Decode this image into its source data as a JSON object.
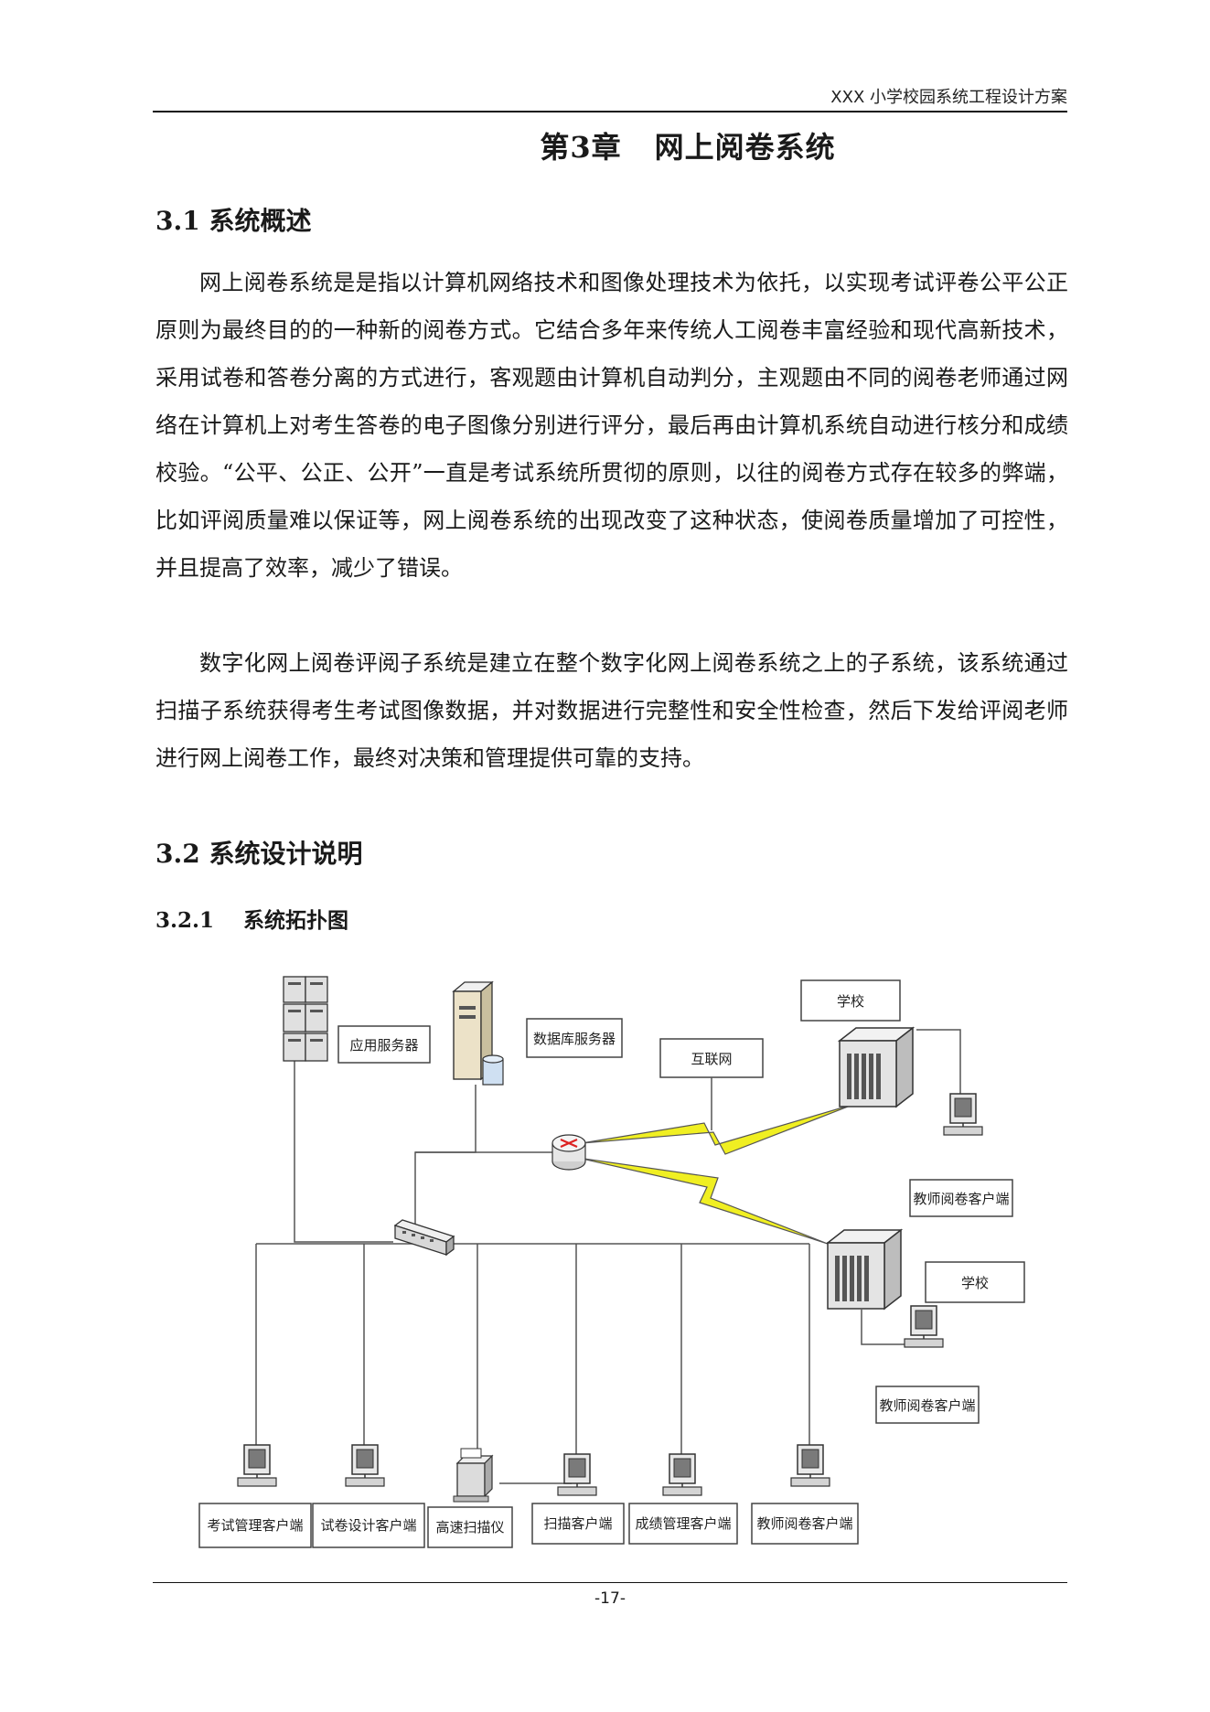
{
  "header": {
    "running_title": "XXX 小学校园系统工程设计方案"
  },
  "chapter": {
    "number": "第3章",
    "title": "网上阅卷系统"
  },
  "section_1": {
    "heading": "3.1 系统概述",
    "paragraphs": [
      "网上阅卷系统是是指以计算机网络技术和图像处理技术为依托，以实现考试评卷公平公正原则为最终目的的一种新的阅卷方式。它结合多年来传统人工阅卷丰富经验和现代高新技术，采用试卷和答卷分离的方式进行，客观题由计算机自动判分，主观题由不同的阅卷老师通过网络在计算机上对考生答卷的电子图像分别进行评分，最后再由计算机系统自动进行核分和成绩校验。“公平、公正、公开”一直是考试系统所贯彻的原则，以往的阅卷方式存在较多的弊端，比如评阅质量难以保证等，网上阅卷系统的出现改变了这种状态，使阅卷质量增加了可控性，并且提高了效率，减少了错误。",
      "数字化网上阅卷评阅子系统是建立在整个数字化网上阅卷系统之上的子系统，该系统通过扫描子系统获得考生考试图像数据，并对数据进行完整性和安全性检查，然后下发给评阅老师进行网上阅卷工作，最终对决策和管理提供可靠的支持。"
    ]
  },
  "section_2": {
    "heading": "3.2 系统设计说明"
  },
  "subsection_1": {
    "number": "3.2.1",
    "title": "系统拓扑图"
  },
  "diagram": {
    "labels": {
      "app_server": "应用服务器",
      "db_server": "数据库服务器",
      "internet": "互联网",
      "school_top": "学校",
      "school_bottom": "学校",
      "teacher_client_top": "教师阅卷客户端",
      "teacher_client_right": "教师阅卷客户端",
      "exam_mgmt_client": "考试管理客户端",
      "paper_design_client": "试卷设计客户端",
      "scanner": "高速扫描仪",
      "scan_client": "扫描客户端",
      "score_mgmt_client": "成绩管理客户端",
      "teacher_client_bottom": "教师阅卷客户端"
    }
  },
  "footer": {
    "page_number": "-17-"
  }
}
